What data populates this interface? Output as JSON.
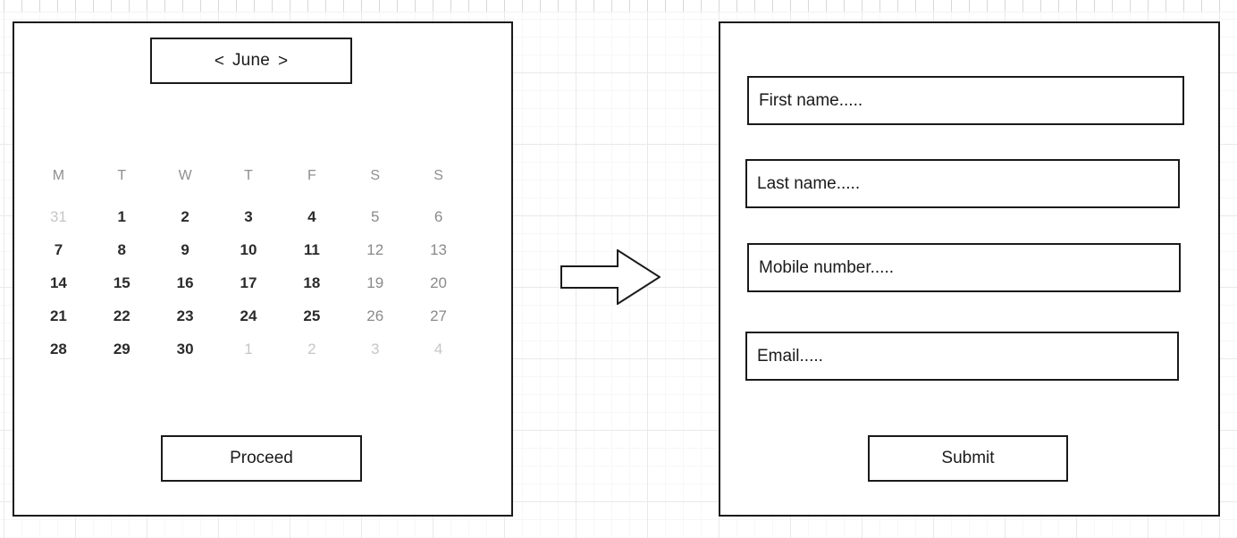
{
  "calendar_panel": {
    "month_nav": {
      "prev_icon": "chevron-left-icon",
      "prev_symbol": "<",
      "month_label": "June",
      "next_icon": "chevron-right-icon",
      "next_symbol": ">"
    },
    "weekday_headers": [
      "M",
      "T",
      "W",
      "T",
      "F",
      "S",
      "S"
    ],
    "weeks": [
      [
        {
          "day": "31",
          "type": "outside"
        },
        {
          "day": "1",
          "type": "weekday"
        },
        {
          "day": "2",
          "type": "weekday"
        },
        {
          "day": "3",
          "type": "weekday"
        },
        {
          "day": "4",
          "type": "weekday"
        },
        {
          "day": "5",
          "type": "weekend"
        },
        {
          "day": "6",
          "type": "weekend"
        }
      ],
      [
        {
          "day": "7",
          "type": "weekday"
        },
        {
          "day": "8",
          "type": "weekday"
        },
        {
          "day": "9",
          "type": "weekday"
        },
        {
          "day": "10",
          "type": "weekday"
        },
        {
          "day": "11",
          "type": "weekday"
        },
        {
          "day": "12",
          "type": "weekend"
        },
        {
          "day": "13",
          "type": "weekend"
        }
      ],
      [
        {
          "day": "14",
          "type": "weekday"
        },
        {
          "day": "15",
          "type": "weekday"
        },
        {
          "day": "16",
          "type": "weekday"
        },
        {
          "day": "17",
          "type": "weekday"
        },
        {
          "day": "18",
          "type": "weekday"
        },
        {
          "day": "19",
          "type": "weekend"
        },
        {
          "day": "20",
          "type": "weekend"
        }
      ],
      [
        {
          "day": "21",
          "type": "weekday"
        },
        {
          "day": "22",
          "type": "weekday"
        },
        {
          "day": "23",
          "type": "weekday"
        },
        {
          "day": "24",
          "type": "weekday"
        },
        {
          "day": "25",
          "type": "weekday"
        },
        {
          "day": "26",
          "type": "weekend"
        },
        {
          "day": "27",
          "type": "weekend"
        }
      ],
      [
        {
          "day": "28",
          "type": "weekday"
        },
        {
          "day": "29",
          "type": "weekday"
        },
        {
          "day": "30",
          "type": "weekday"
        },
        {
          "day": "1",
          "type": "outside"
        },
        {
          "day": "2",
          "type": "outside"
        },
        {
          "day": "3",
          "type": "outside"
        },
        {
          "day": "4",
          "type": "outside"
        }
      ]
    ],
    "proceed_label": "Proceed"
  },
  "flow": {
    "arrow_icon": "right-block-arrow-icon"
  },
  "form_panel": {
    "fields": [
      {
        "name": "first-name",
        "text": "First name....."
      },
      {
        "name": "last-name",
        "text": "Last name....."
      },
      {
        "name": "mobile-number",
        "text": "Mobile number....."
      },
      {
        "name": "email",
        "text": "Email....."
      }
    ],
    "submit_label": "Submit"
  },
  "colors": {
    "stroke": "#1a1a1a",
    "text_active": "#2b2b2b",
    "text_muted": "#8a8a8a",
    "text_disabled": "#c6c6c6",
    "header_gray": "#8f8f8f",
    "grid_minor": "#f7f7f7",
    "grid_major": "#e9e9e9",
    "background": "#ffffff"
  }
}
